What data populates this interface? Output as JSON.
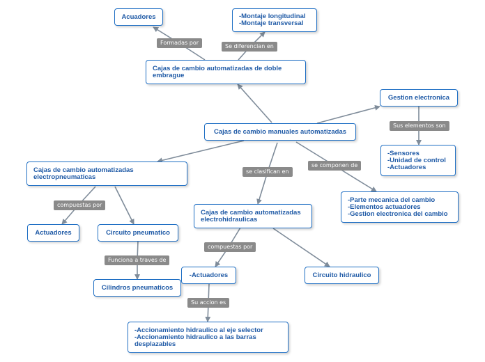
{
  "colors": {
    "node_border": "#1f6fc4",
    "node_text": "#1f5aa6",
    "tag_bg": "#8a8a8a",
    "link": "#7f8c9a"
  },
  "nodes": {
    "actuadores_top": "Acuadores",
    "montaje": "-Montaje longitudinal\n-Montaje transversal",
    "doble_embrague": "Cajas de cambio automatizadas de doble\nembrague",
    "gestion": "Gestion electronica",
    "central": "Cajas de cambio manuales automatizadas",
    "sensores": "-Sensores\n-Unidad de control\n-Actuadores",
    "electroneumaticas": "Cajas de cambio automatizadas\nelectropneumaticas",
    "electrohidraulicas": "Cajas de cambio automatizadas\nelectrohidraulicas",
    "parte_mecanica": "-Parte mecanica del cambio\n-Elementos actuadores\n-Gestion electronica del cambio",
    "actuadores_left": "Actuadores",
    "circuito_neumatico": "Circuito pneumatico",
    "cilindros": "Cilindros pneumaticos",
    "actuadores_mid": "-Actuadores",
    "circuito_hidraulico": "Circuito hidraulico",
    "accionamiento": "-Accionamiento hidraulico al eje selector\n-Accionamiento hidraulico a las barras\ndesplazables"
  },
  "labels": {
    "formadas_por": "Formadas por",
    "se_diferencian_en": "Se diferencian en",
    "sus_elementos_son": "Sus elementos son",
    "se_clasifican_en": "se clasifican en",
    "se_componen_de": "se componen de",
    "compuestas_por_left": "compuestas por",
    "funciona_a_traves_de": "Funciona a traves de",
    "compuestas_por_mid": "compuestas por",
    "su_accion_es": "Su accion es"
  }
}
